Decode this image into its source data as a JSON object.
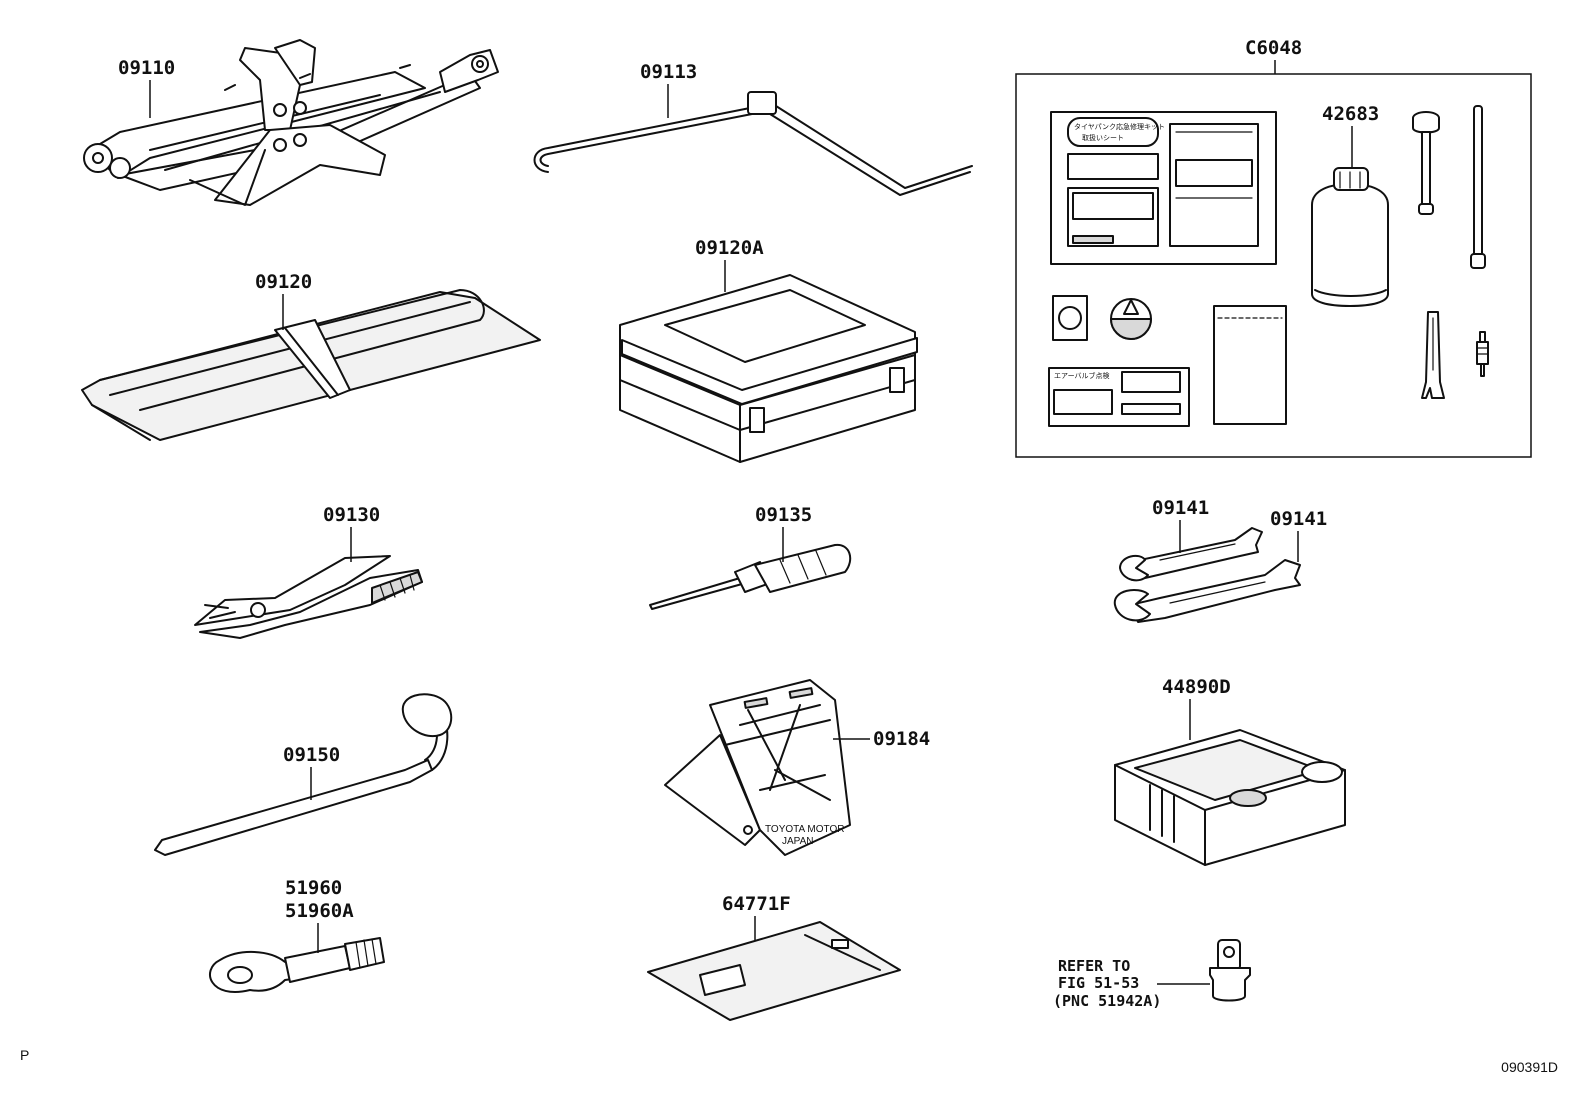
{
  "callouts": {
    "jack": "09110",
    "jack_handle": "09113",
    "tool_bag": "09120",
    "tool_case": "09120A",
    "kit": "C6048",
    "sealant": "42683",
    "pliers": "09130",
    "screwdriver": "09135",
    "wrench_a": "09141",
    "wrench_b": "09141",
    "lug_wrench": "09150",
    "triangle": "09184",
    "compressor": "44890D",
    "towing_eye_a": "51960",
    "towing_eye_b": "51960A",
    "manual": "64771F"
  },
  "triangle_stamp": {
    "line1": "TOYOTA MOTOR",
    "line2": "JAPAN"
  },
  "reference_note": {
    "line1": "REFER TO",
    "line2": "FIG 51-53",
    "line3": "(PNC 51942A)"
  },
  "footer": {
    "page_mark": "P",
    "figure_id": "090391D"
  }
}
